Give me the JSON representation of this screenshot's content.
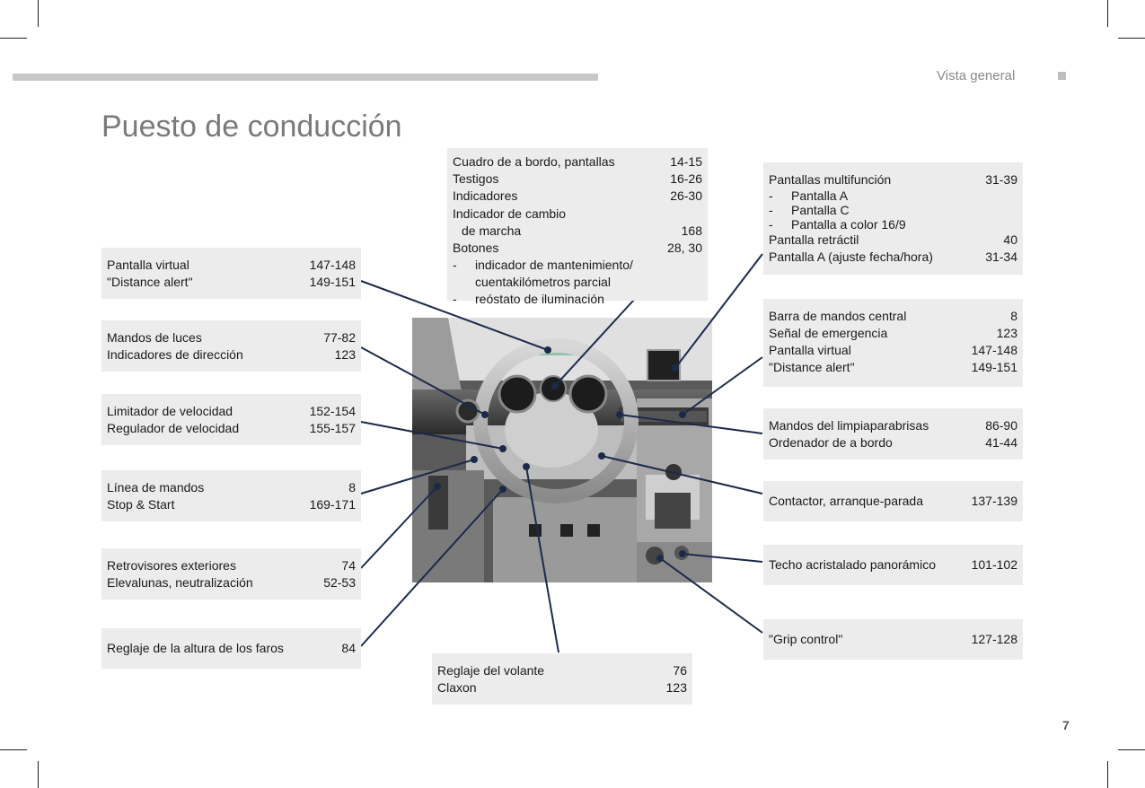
{
  "header": {
    "section": "Vista general",
    "title": "Puesto de conducción",
    "page_number": "7"
  },
  "boxes": {
    "cuadro": {
      "rows": [
        {
          "label": "Cuadro de a bordo, pantallas",
          "ref": "14-15"
        },
        {
          "label": "Testigos",
          "ref": "16-26"
        },
        {
          "label": "Indicadores",
          "ref": "26-30"
        }
      ],
      "cambio_line1": "Indicador de cambio",
      "cambio_line2": "de marcha",
      "cambio_ref": "168",
      "botones_label": "Botones",
      "botones_ref": "28, 30",
      "dash": "-",
      "sub1_line1": "indicador de mantenimiento/",
      "sub1_line2": "cuentakilómetros parcial",
      "sub2": "reóstato de iluminación"
    },
    "pantallas": {
      "main_label": "Pantallas multifunción",
      "main_ref": "31-39",
      "dash": "-",
      "subs": [
        "Pantalla A",
        "Pantalla C",
        "Pantalla a color 16/9"
      ],
      "rows": [
        {
          "label": "Pantalla retráctil",
          "ref": "40"
        },
        {
          "label": "Pantalla A (ajuste fecha/hora)",
          "ref": "31-34"
        }
      ]
    },
    "virtual": {
      "rows": [
        {
          "label": "Pantalla virtual",
          "ref": "147-148"
        },
        {
          "label": "\"Distance alert\"",
          "ref": "149-151"
        }
      ]
    },
    "barra": {
      "rows": [
        {
          "label": "Barra de mandos central",
          "ref": "8"
        },
        {
          "label": "Señal de emergencia",
          "ref": "123"
        },
        {
          "label": "Pantalla virtual",
          "ref": "147-148"
        },
        {
          "label": "\"Distance alert\"",
          "ref": "149-151"
        }
      ]
    },
    "luces": {
      "rows": [
        {
          "label": "Mandos de luces",
          "ref": "77-82"
        },
        {
          "label": "Indicadores de dirección",
          "ref": "123"
        }
      ]
    },
    "limitador": {
      "rows": [
        {
          "label": "Limitador de velocidad",
          "ref": "152-154"
        },
        {
          "label": "Regulador de velocidad",
          "ref": "155-157"
        }
      ]
    },
    "limpia": {
      "rows": [
        {
          "label": "Mandos del limpiaparabrisas",
          "ref": "86-90"
        },
        {
          "label": "Ordenador de a bordo",
          "ref": "41-44"
        }
      ]
    },
    "linea": {
      "rows": [
        {
          "label": "Línea de mandos",
          "ref": "8"
        },
        {
          "label": "Stop & Start",
          "ref": "169-171"
        }
      ]
    },
    "contactor": {
      "rows": [
        {
          "label": "Contactor, arranque-parada",
          "ref": "137-139"
        }
      ]
    },
    "retro": {
      "rows": [
        {
          "label": "Retrovisores exteriores",
          "ref": "74"
        },
        {
          "label": "Elevalunas, neutralización",
          "ref": "52-53"
        }
      ]
    },
    "techo": {
      "rows": [
        {
          "label": "Techo acristalado panorámico",
          "ref": "101-102"
        }
      ]
    },
    "reglaje_faros": {
      "rows": [
        {
          "label": "Reglaje de la altura de los faros",
          "ref": "84"
        }
      ]
    },
    "grip": {
      "rows": [
        {
          "label": "\"Grip control\"",
          "ref": "127-128"
        }
      ]
    },
    "volante": {
      "rows": [
        {
          "label": "Reglaje del volante",
          "ref": "76"
        },
        {
          "label": "Claxon",
          "ref": "123"
        }
      ]
    }
  },
  "colors": {
    "box_bg": "#ececec",
    "leader_line": "#1c2a4a",
    "title": "#7a7a7a"
  }
}
